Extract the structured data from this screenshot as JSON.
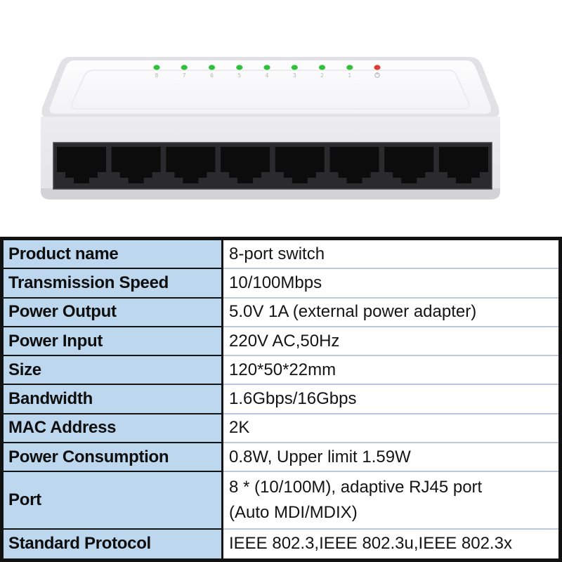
{
  "device": {
    "description": "8-port desktop ethernet switch, white case, front RJ45 ports",
    "port_count": 8,
    "led_labels": [
      "8",
      "7",
      "6",
      "5",
      "4",
      "3",
      "2",
      "1"
    ],
    "led_on_color": "#2fc13c",
    "power_led_color": "#e23a30",
    "case_color": "#f6f6f8",
    "port_panel_color": "#2b2b2d"
  },
  "table": {
    "label_column_bg": "#bdd7ee",
    "border_color": "#121212",
    "rows": [
      {
        "label": "Product name",
        "value": "8-port switch"
      },
      {
        "label": "Transmission Speed",
        "value": "10/100Mbps"
      },
      {
        "label": "Power Output",
        "value": "5.0V 1A (external power adapter)"
      },
      {
        "label": "Power Input",
        "value": "220V AC,50Hz"
      },
      {
        "label": "Size",
        "value": "120*50*22mm"
      },
      {
        "label": "Bandwidth",
        "value": "1.6Gbps/16Gbps"
      },
      {
        "label": "MAC Address",
        "value": "2K"
      },
      {
        "label": "Power Consumption",
        "value": "0.8W, Upper limit 1.59W"
      },
      {
        "label": "Port",
        "value": "8 * (10/100M), adaptive RJ45 port\n(Auto MDI/MDIX)"
      },
      {
        "label": "Standard Protocol",
        "value": "IEEE 802.3,IEEE 802.3u,IEEE 802.3x"
      }
    ]
  }
}
